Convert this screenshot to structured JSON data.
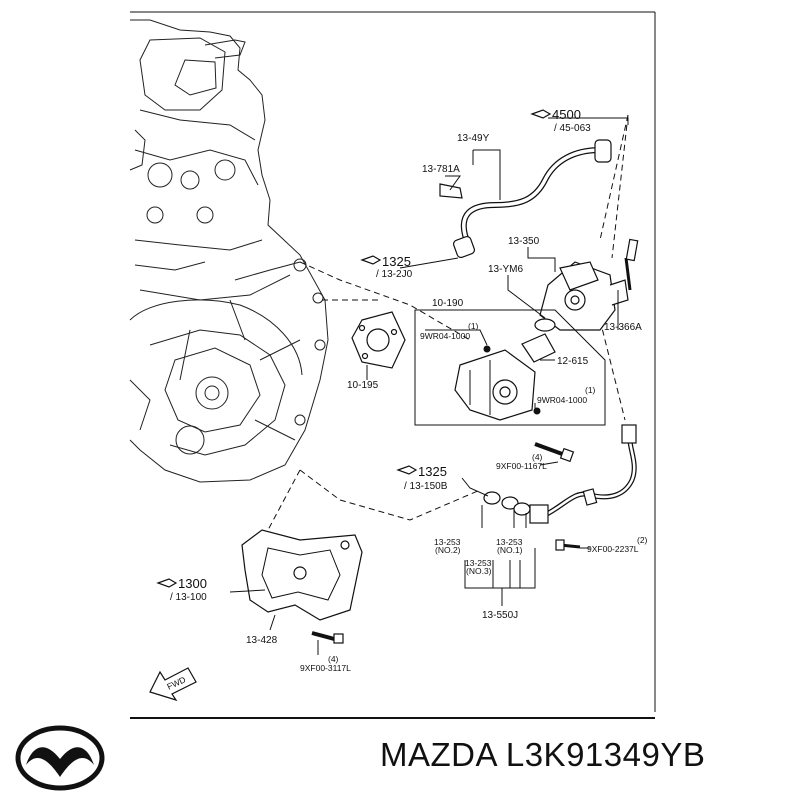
{
  "diagram": {
    "callouts": [
      {
        "id": "ref-4500",
        "main": "4500",
        "sub": "/ 45-063"
      },
      {
        "id": "ref-1325-a",
        "main": "1325",
        "sub": "/ 13-2J0"
      },
      {
        "id": "ref-1325-b",
        "main": "1325",
        "sub": "/ 13-150B"
      },
      {
        "id": "ref-1300",
        "main": "1300",
        "sub": "/ 13-100"
      }
    ],
    "labels": {
      "l_13_49Y": "13-49Y",
      "l_13_781A": "13-781A",
      "l_13_350": "13-350",
      "l_13_YM6": "13-YM6",
      "l_13_366A": "13-366A",
      "l_10_190": "10-190",
      "l_q1_a": "(1)",
      "l_9WR04_a": "9WR04-1000",
      "l_12_615": "12-615",
      "l_q1_b": "(1)",
      "l_9WR04_b": "9WR04-1000",
      "l_10_195": "10-195",
      "l_q4_a": "(4)",
      "l_9XF00_1167L": "9XF00-1167L",
      "l_13_253_2": "13-253",
      "l_no2": "(NO.2)",
      "l_13_253_1": "13-253",
      "l_no1": "(NO.1)",
      "l_13_253_3": "13-253",
      "l_no3": "(NO.3)",
      "l_q2": "(2)",
      "l_9XF00_2237L": "9XF00-2237L",
      "l_13_550J": "13-550J",
      "l_13_428": "13-428",
      "l_q4_b": "(4)",
      "l_9XF00_3117L": "9XF00-3117L",
      "l_fwd": "FWD"
    }
  },
  "footer": {
    "brand": "MAZDA L3K91349YB",
    "logo_icon": "mazda-logo-icon"
  }
}
